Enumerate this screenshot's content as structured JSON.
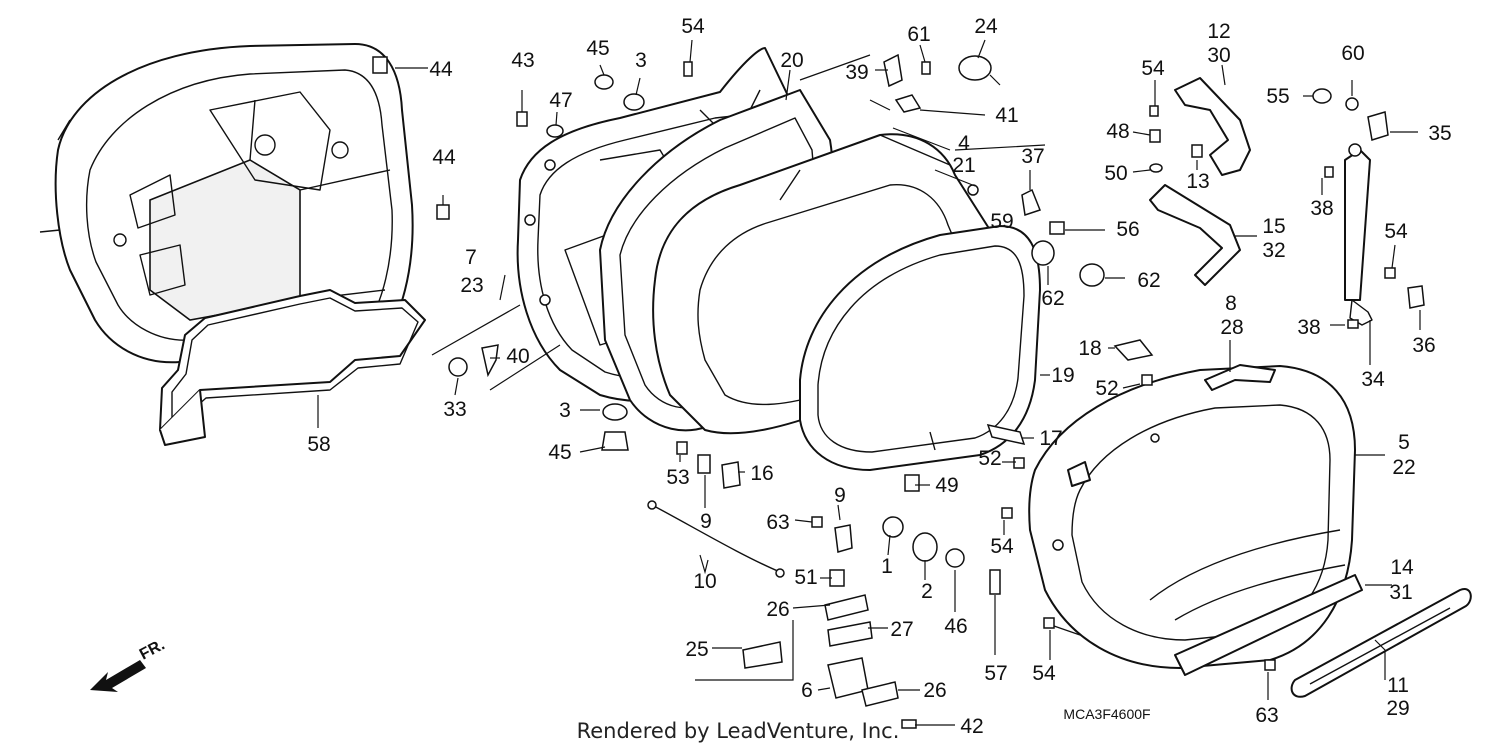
{
  "diagram_code": "MCA3F4600F",
  "credit": "Rendered by LeadVenture, Inc.",
  "direction_label": "FR.",
  "callouts": [
    {
      "id": "44a",
      "text": "44"
    },
    {
      "id": "44b",
      "text": "44"
    },
    {
      "id": "43",
      "text": "43"
    },
    {
      "id": "45a",
      "text": "45"
    },
    {
      "id": "3a",
      "text": "3"
    },
    {
      "id": "47",
      "text": "47"
    },
    {
      "id": "54a",
      "text": "54"
    },
    {
      "id": "20",
      "text": "20"
    },
    {
      "id": "39",
      "text": "39"
    },
    {
      "id": "61",
      "text": "61"
    },
    {
      "id": "24",
      "text": "24"
    },
    {
      "id": "41",
      "text": "41"
    },
    {
      "id": "4",
      "text": "4"
    },
    {
      "id": "21",
      "text": "21"
    },
    {
      "id": "37",
      "text": "37"
    },
    {
      "id": "59",
      "text": "59"
    },
    {
      "id": "56",
      "text": "56"
    },
    {
      "id": "62a",
      "text": "62"
    },
    {
      "id": "62b",
      "text": "62"
    },
    {
      "id": "7",
      "text": "7"
    },
    {
      "id": "23",
      "text": "23"
    },
    {
      "id": "40",
      "text": "40"
    },
    {
      "id": "33",
      "text": "33"
    },
    {
      "id": "58",
      "text": "58"
    },
    {
      "id": "3b",
      "text": "3"
    },
    {
      "id": "45b",
      "text": "45"
    },
    {
      "id": "53",
      "text": "53"
    },
    {
      "id": "16",
      "text": "16"
    },
    {
      "id": "9a",
      "text": "9"
    },
    {
      "id": "9b",
      "text": "9"
    },
    {
      "id": "10",
      "text": "10"
    },
    {
      "id": "63a",
      "text": "63"
    },
    {
      "id": "51",
      "text": "51"
    },
    {
      "id": "26a",
      "text": "26"
    },
    {
      "id": "27",
      "text": "27"
    },
    {
      "id": "25",
      "text": "25"
    },
    {
      "id": "6",
      "text": "6"
    },
    {
      "id": "26b",
      "text": "26"
    },
    {
      "id": "42",
      "text": "42"
    },
    {
      "id": "1",
      "text": "1"
    },
    {
      "id": "2",
      "text": "2"
    },
    {
      "id": "46",
      "text": "46"
    },
    {
      "id": "57",
      "text": "57"
    },
    {
      "id": "54b",
      "text": "54"
    },
    {
      "id": "54c",
      "text": "54"
    },
    {
      "id": "49",
      "text": "49"
    },
    {
      "id": "19",
      "text": "19"
    },
    {
      "id": "18",
      "text": "18"
    },
    {
      "id": "52a",
      "text": "52"
    },
    {
      "id": "52b",
      "text": "52"
    },
    {
      "id": "17",
      "text": "17"
    },
    {
      "id": "12",
      "text": "12"
    },
    {
      "id": "30",
      "text": "30"
    },
    {
      "id": "54d",
      "text": "54"
    },
    {
      "id": "48",
      "text": "48"
    },
    {
      "id": "50",
      "text": "50"
    },
    {
      "id": "13",
      "text": "13"
    },
    {
      "id": "15",
      "text": "15"
    },
    {
      "id": "32",
      "text": "32"
    },
    {
      "id": "8",
      "text": "8"
    },
    {
      "id": "28",
      "text": "28"
    },
    {
      "id": "5",
      "text": "5"
    },
    {
      "id": "22",
      "text": "22"
    },
    {
      "id": "14",
      "text": "14"
    },
    {
      "id": "31",
      "text": "31"
    },
    {
      "id": "11",
      "text": "11"
    },
    {
      "id": "29",
      "text": "29"
    },
    {
      "id": "63b",
      "text": "63"
    },
    {
      "id": "60",
      "text": "60"
    },
    {
      "id": "55",
      "text": "55"
    },
    {
      "id": "35",
      "text": "35"
    },
    {
      "id": "38a",
      "text": "38"
    },
    {
      "id": "54e",
      "text": "54"
    },
    {
      "id": "36",
      "text": "36"
    },
    {
      "id": "38b",
      "text": "38"
    },
    {
      "id": "34",
      "text": "34"
    }
  ]
}
